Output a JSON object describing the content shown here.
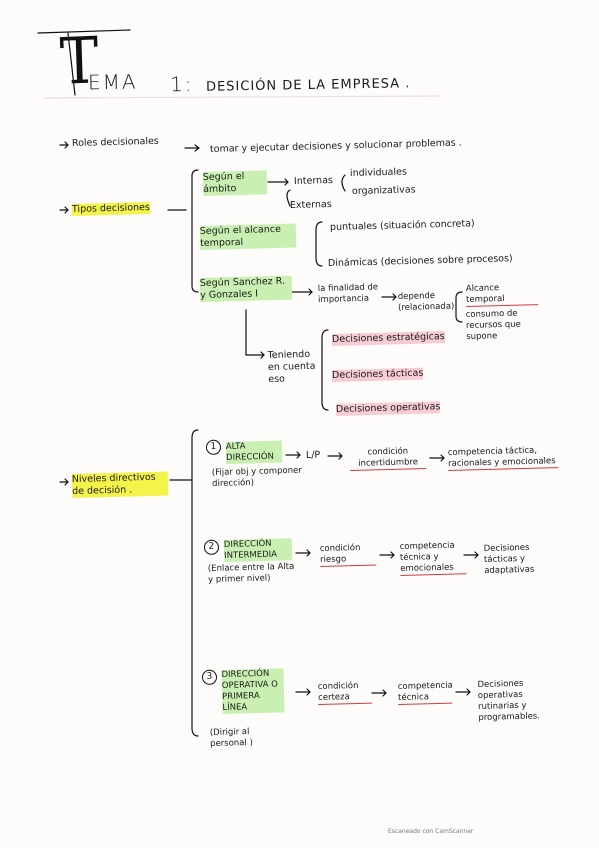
{
  "title": {
    "letter": "T",
    "rest": "EMA",
    "number": "1:",
    "subtitle": "DESICIÓN DE LA EMPRESA ."
  },
  "roles": {
    "label": "Roles decisionales",
    "text": "tomar y ejecutar decisiones y solucionar problemas ."
  },
  "tipos": {
    "label": "Tipos decisiones",
    "segun_ambito": {
      "label": "Según el ámbito",
      "internas": "Internas",
      "externas": "Externas",
      "individuales": "individuales",
      "organizativas": "organizativas"
    },
    "segun_alcance": {
      "label": "Según el alcance temporal",
      "puntuales": "puntuales (situación concreta)",
      "dinamicas": "Dinámicas (decisiones sobre procesos)"
    },
    "segun_sanchez": {
      "label": "Según Sanchez R. y Gonzales I",
      "finalidad": "la finalidad de importancia",
      "depende": "depende (relacionada)",
      "alcance": "Alcance temporal",
      "consumo": "consumo de recursos que supone",
      "teniendo": "Teniendo en cuenta eso"
    },
    "decisiones": [
      "Decisiones estratégicas",
      "Decisiones tácticas",
      "Decisiones operativas"
    ]
  },
  "niveles": {
    "label": "Niveles directivos de decisión .",
    "alta": {
      "num": "1",
      "label": "ALTA DIRECCIÓN",
      "note": "(Fijar obj y componer dirección)",
      "lp": "L/P",
      "condicion": "condición incertidumbre",
      "competencia": "competencia táctica, racionales y emocionales"
    },
    "intermedia": {
      "num": "2",
      "label": "DIRECCIÓN INTERMEDIA",
      "note": "(Enlace entre la Alta y primer nivel)",
      "condicion": "condición riesgo",
      "competencia": "competencia técnica y emocionales",
      "resultado": "Decisiones tácticas y adaptativas"
    },
    "operativa": {
      "num": "3",
      "label": "DIRECCIÓN OPERATIVA O PRIMERA LÍNEA",
      "note": "(Dirigir al personal )",
      "condicion": "condición certeza",
      "competencia": "competencia técnica",
      "resultado": "Decisiones operativas rutinarias y programables."
    }
  },
  "footer": "Escaneado con CamScanner"
}
